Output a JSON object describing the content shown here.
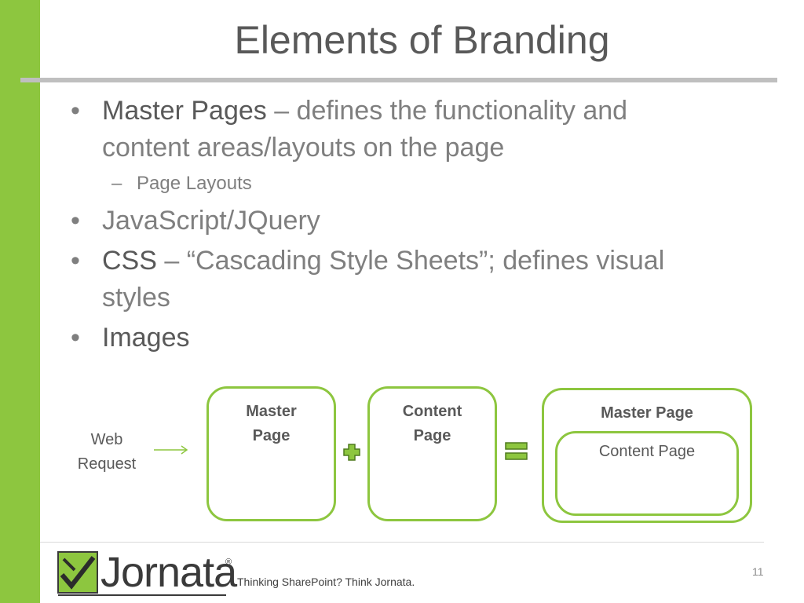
{
  "slide": {
    "title": "Elements of Branding",
    "page_number": "11"
  },
  "bullets": {
    "items": [
      {
        "marker": "•",
        "key": "Master Pages",
        "rest": " – defines the functionality and content areas/layouts on the page"
      },
      {
        "marker": "•",
        "key": "",
        "rest": "JavaScript/JQuery"
      },
      {
        "marker": "•",
        "key": "CSS",
        "rest": " – “Cascading Style Sheets”; defines visual styles"
      },
      {
        "marker": "•",
        "key": "Images",
        "rest": ""
      }
    ],
    "sub_items": [
      {
        "marker": "–",
        "text": "Page Layouts"
      }
    ]
  },
  "diagram": {
    "web_request_label": "Web Request",
    "master_page_label": "Master Page",
    "content_page_label": "Content Page",
    "result_outer_label": "Master Page",
    "result_inner_label": "Content Page",
    "accent_color": "#8dc63f",
    "plus_icon": "plus-icon",
    "equals_icon": "equals-icon",
    "arrow_icon": "arrow-right-icon"
  },
  "footer": {
    "logo_text": "Jornata",
    "logo_mark": "®",
    "tagline": "Thinking SharePoint? Think Jornata."
  }
}
